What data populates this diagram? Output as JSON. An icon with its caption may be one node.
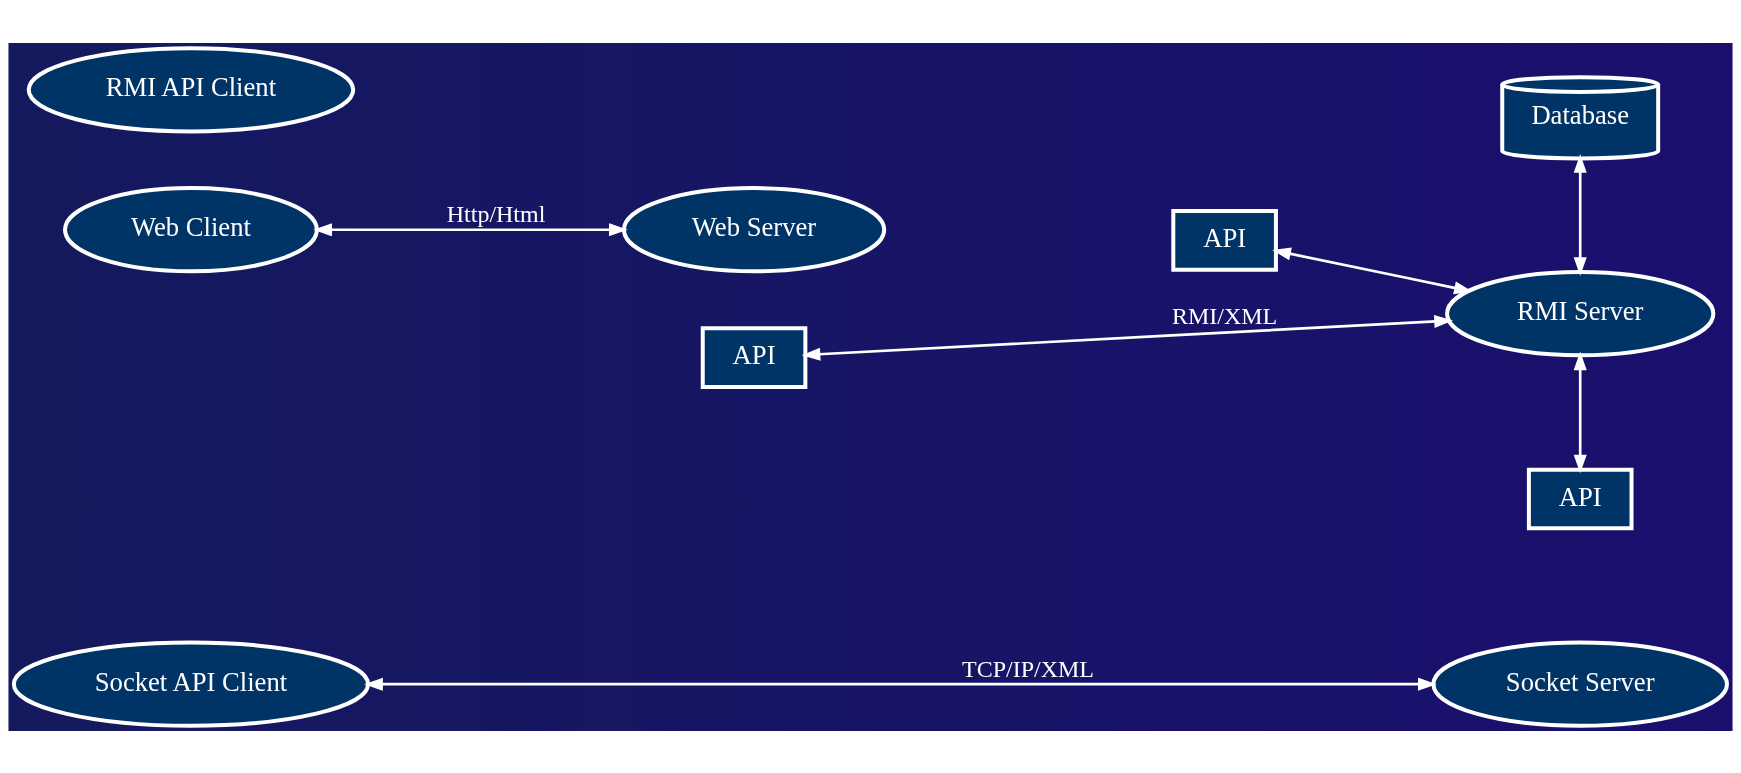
{
  "diagram": {
    "nodes": [
      {
        "text": [
          "Web Client"
        ]
      },
      {
        "text": [
          "Web Server"
        ]
      },
      {
        "text": [
          "API"
        ]
      },
      {
        "text": [
          "Database"
        ]
      },
      {
        "text": [
          "RMI API Client"
        ]
      },
      {
        "text": [
          "API"
        ]
      },
      {
        "text": [
          "RMI Server"
        ]
      },
      {
        "text": [
          "API"
        ]
      },
      {
        "text": [
          "Socket API Client"
        ]
      },
      {
        "text": [
          "Socket Server"
        ]
      }
    ],
    "edges": [
      {
        "from": 0,
        "to": 1,
        "arrow": "both",
        "label": "Http/Html"
      },
      {
        "from": 2,
        "to": 6,
        "arrow": "both"
      },
      {
        "from": 3,
        "to": 6,
        "arrow": "both"
      },
      {
        "from": 5,
        "to": 6,
        "arrow": "both",
        "label": "RMI/XML"
      },
      {
        "from": 6,
        "to": 7,
        "arrow": "both"
      },
      {
        "from": 8,
        "to": 9,
        "arrow": "both",
        "label": "TCP/IP/XML"
      }
    ]
  }
}
